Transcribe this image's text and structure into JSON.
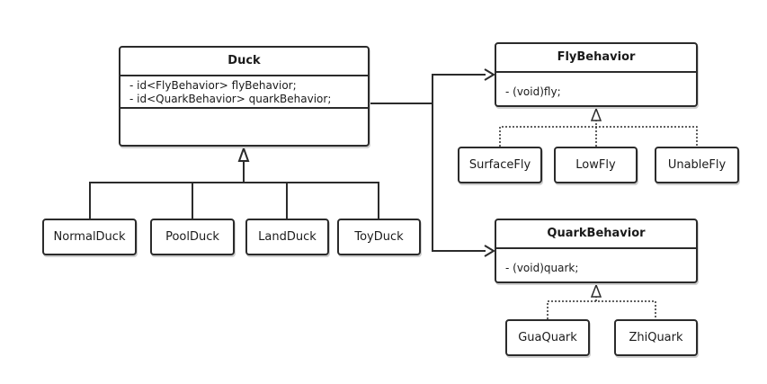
{
  "duck": {
    "name": "Duck",
    "attributes": [
      "- id<FlyBehavior>  flyBehavior;",
      "- id<QuarkBehavior>  quarkBehavior;"
    ]
  },
  "fly_behavior": {
    "name": "FlyBehavior",
    "methods": [
      "- (void)fly;"
    ]
  },
  "quark_behavior": {
    "name": "QuarkBehavior",
    "methods": [
      "- (void)quark;"
    ]
  },
  "duck_subclasses": [
    "NormalDuck",
    "PoolDuck",
    "LandDuck",
    "ToyDuck"
  ],
  "fly_implementations": [
    "SurfaceFly",
    "LowFly",
    "UnableFly"
  ],
  "quark_implementations": [
    "GuaQuark",
    "ZhiQuark"
  ],
  "relations": [
    {
      "from": "NormalDuck",
      "to": "Duck",
      "type": "inheritance"
    },
    {
      "from": "PoolDuck",
      "to": "Duck",
      "type": "inheritance"
    },
    {
      "from": "LandDuck",
      "to": "Duck",
      "type": "inheritance"
    },
    {
      "from": "ToyDuck",
      "to": "Duck",
      "type": "inheritance"
    },
    {
      "from": "SurfaceFly",
      "to": "FlyBehavior",
      "type": "realization"
    },
    {
      "from": "LowFly",
      "to": "FlyBehavior",
      "type": "realization"
    },
    {
      "from": "UnableFly",
      "to": "FlyBehavior",
      "type": "realization"
    },
    {
      "from": "GuaQuark",
      "to": "QuarkBehavior",
      "type": "realization"
    },
    {
      "from": "ZhiQuark",
      "to": "QuarkBehavior",
      "type": "realization"
    },
    {
      "from": "Duck",
      "to": "FlyBehavior",
      "type": "association"
    },
    {
      "from": "Duck",
      "to": "QuarkBehavior",
      "type": "association"
    }
  ],
  "colors": {
    "line": "#2b2b2b",
    "background": "#ffffff"
  }
}
